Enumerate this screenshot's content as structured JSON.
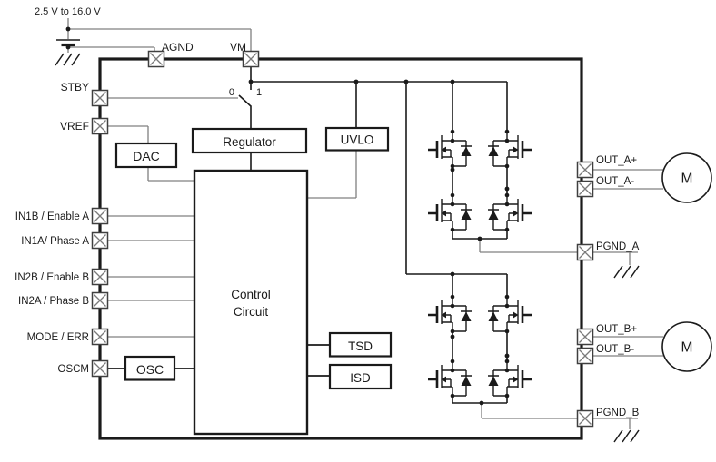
{
  "supply": {
    "label": "2.5 V to 16.0 V"
  },
  "switch": {
    "pos0": "0",
    "pos1": "1"
  },
  "pins": {
    "agnd": "AGND",
    "vm": "VM",
    "stby": "STBY",
    "vref": "VREF",
    "in1b": "IN1B / Enable A",
    "in1a": "IN1A/ Phase A",
    "in2b": "IN2B / Enable B",
    "in2a": "IN2A / Phase B",
    "mode_err": "MODE / ERR",
    "oscm": "OSCM",
    "out_a_plus": "OUT_A+",
    "out_a_minus": "OUT_A-",
    "pgnd_a": "PGND_A",
    "out_b_plus": "OUT_B+",
    "out_b_minus": "OUT_B-",
    "pgnd_b": "PGND_B"
  },
  "blocks": {
    "regulator": "Regulator",
    "uvlo": "UVLO",
    "dac": "DAC",
    "control_line1": "Control",
    "control_line2": "Circuit",
    "tsd": "TSD",
    "isd": "ISD",
    "osc": "OSC"
  },
  "motors": {
    "a": "M",
    "b": "M"
  },
  "colors": {
    "background": "#ffffff",
    "line": "#1a1a1a",
    "wire": "#808080",
    "pin_border": "#3f3f3f",
    "pin_x": "#7a7a7a"
  }
}
